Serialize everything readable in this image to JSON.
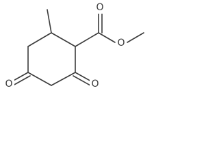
{
  "molecule": {
    "atoms": {
      "ketone_oxygen_left": "O",
      "ketone_oxygen_right": "O",
      "carbonyl_oxygen_ester": "O",
      "ether_oxygen_ester": "O"
    },
    "colors": {
      "bond": "#3a3a3a",
      "label": "#3a3a3a",
      "background": "#ffffff"
    }
  }
}
